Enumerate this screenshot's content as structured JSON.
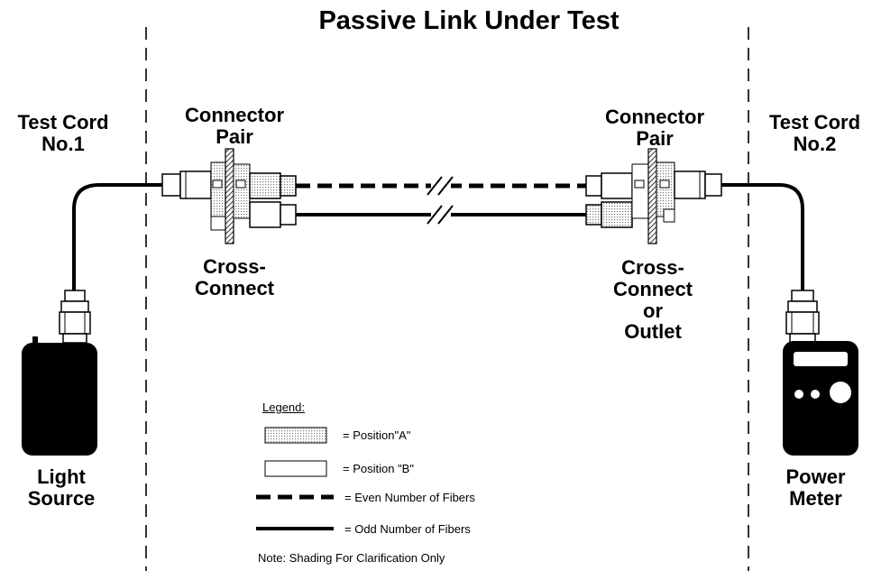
{
  "title": "Passive Link Under Test",
  "labels": {
    "test_cord_1": [
      "Test Cord",
      "No.1"
    ],
    "test_cord_2": [
      "Test Cord",
      "No.2"
    ],
    "connector_pair_left": [
      "Connector",
      "Pair"
    ],
    "connector_pair_right": [
      "Connector",
      "Pair"
    ],
    "cross_connect_left": [
      "Cross-",
      "Connect"
    ],
    "cross_connect_right": [
      "Cross-",
      "Connect",
      "or",
      "Outlet"
    ],
    "light_source": [
      "Light",
      "Source"
    ],
    "power_meter": [
      "Power",
      "Meter"
    ]
  },
  "legend": {
    "heading": "Legend:",
    "position_a": "= Position\"A\"",
    "position_b": "= Position \"B\"",
    "even_fibers": "=  Even Number of Fibers",
    "odd_fibers": "=  Odd Number of Fibers",
    "note": "Note:  Shading For Clarification Only"
  }
}
